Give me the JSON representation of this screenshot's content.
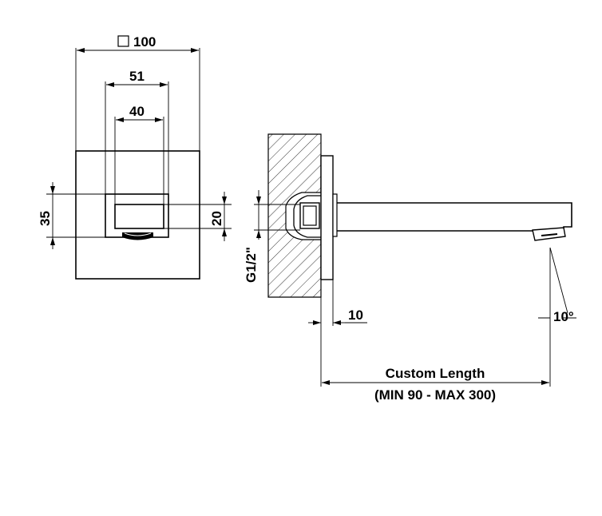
{
  "front_view": {
    "width_label": "100",
    "outer_inset_label": "51",
    "inner_inset_label": "40",
    "left_height_label": "35",
    "right_height_label": "20"
  },
  "side_view": {
    "thread_label": "G1/2\"",
    "flange_label": "10",
    "angle_label": "10°",
    "length_label": "Custom Length",
    "range_label": "(MIN 90 - MAX 300)"
  },
  "colors": {
    "line": "#000000",
    "background": "#ffffff"
  }
}
